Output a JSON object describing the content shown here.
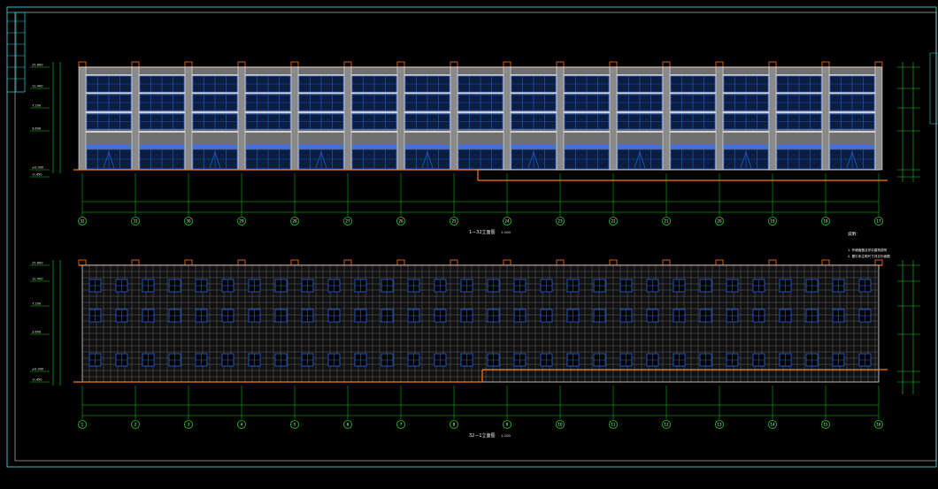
{
  "drawing": {
    "background": "#000000",
    "colors": {
      "frame": "#2fbfbf",
      "frame_white": "#dcdcdc",
      "wall_outline": "#e9e9e9",
      "wall_fill": "#6f6f6f",
      "pier_fill": "#8a8a8a",
      "glass": "#1f5fd6",
      "band": "#3a78d8",
      "roof_line": "#ff7a1a",
      "dim_green": "#18d018",
      "text_white": "#e8e8e8",
      "grid_grey": "#9a9a9a",
      "note_white": "#ffffff"
    },
    "elevations": [
      {
        "id": "front",
        "title": "1—32立面图",
        "scale": "1:100",
        "axis_labels": [
          "32",
          "31",
          "30",
          "29",
          "28",
          "27",
          "26",
          "25",
          "24",
          "23",
          "22",
          "21",
          "20",
          "19",
          "18",
          "17"
        ],
        "level_labels": [
          "15.600",
          "11.400",
          "7.200",
          "3.600",
          "±0.000",
          "-0.450"
        ]
      },
      {
        "id": "rear",
        "title": "32—1立面图",
        "scale": "1:100",
        "axis_labels": [
          "1",
          "2",
          "3",
          "4",
          "5",
          "6",
          "7",
          "8",
          "9",
          "10",
          "11",
          "12",
          "13",
          "14",
          "15",
          "16"
        ],
        "level_labels": [
          "15.600",
          "11.400",
          "7.200",
          "3.600",
          "±0.000",
          "-0.450"
        ]
      }
    ],
    "notes": {
      "heading": "说明：",
      "lines": [
        "1. 外墙面做法详见建筑说明",
        "2. 图中未注明尺寸详见平面图"
      ]
    }
  }
}
